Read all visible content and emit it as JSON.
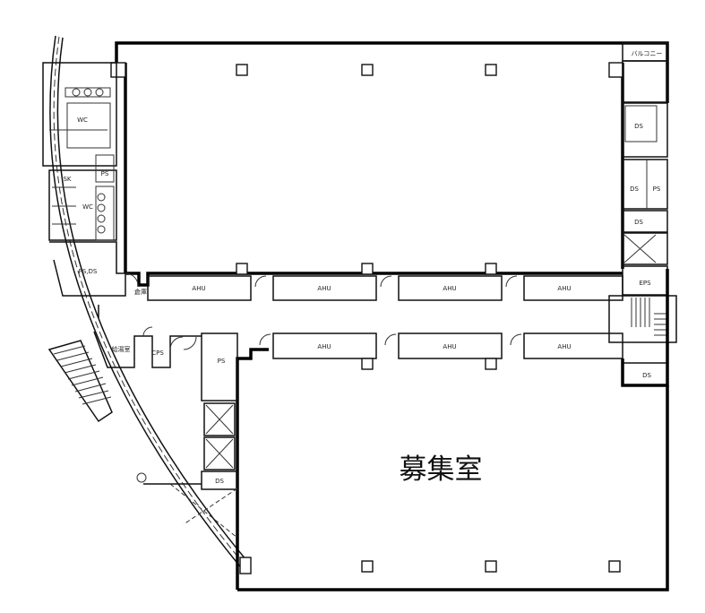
{
  "plan": {
    "main_room_label": "募集室",
    "labels": {
      "balcony": "バルコニー",
      "wc_upper": "WC",
      "wc_lower": "WC",
      "sk": "SK",
      "ps_small": "PS",
      "ps_ds": "PS,DS",
      "storage": "倉庫",
      "kitchenette": "給湯室",
      "cps": "CPS",
      "ps_core": "PS",
      "ds_core": "DS",
      "ds_r1": "DS",
      "ds_r2": "DS",
      "ps_r2": "PS",
      "ds_r3": "DS",
      "eps": "EPS",
      "ds_r4": "DS",
      "ahu": [
        "AHU",
        "AHU",
        "AHU",
        "AHU",
        "AHU",
        "AHU",
        "AHU"
      ]
    }
  }
}
